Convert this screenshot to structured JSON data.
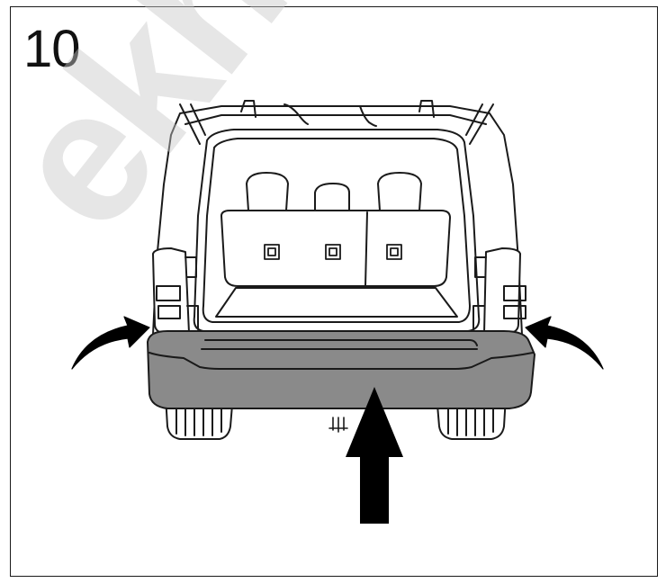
{
  "step": {
    "number": "10"
  },
  "watermark": {
    "text": "ekhako"
  },
  "illustration": {
    "subject": "rear-bumper-install-on-suv",
    "bumper_color": "#8a8a8a",
    "line_color": "#1a1a1a",
    "arrow_color": "#000000",
    "arrows": [
      "left-curved-arrow",
      "right-curved-arrow",
      "up-arrow"
    ]
  }
}
